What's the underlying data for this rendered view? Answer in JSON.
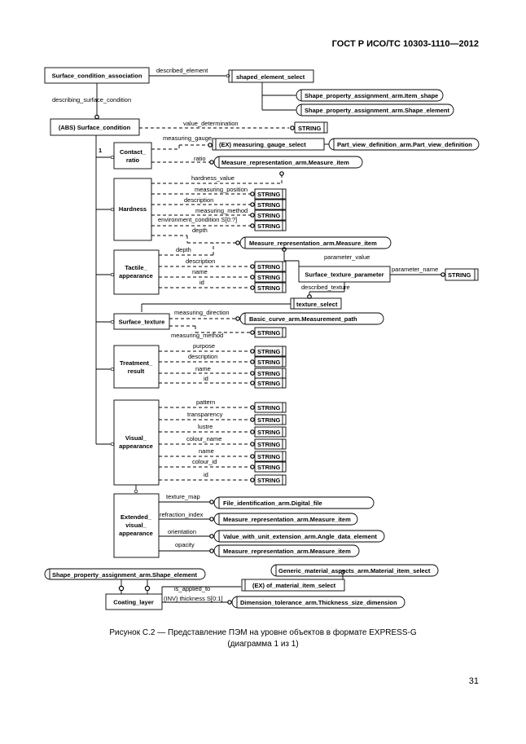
{
  "header": "ГОСТ Р ИСО/ТС 10303-1110—2012",
  "caption_line1": "Рисунок  C.2 — Представление ПЭМ на уровне объектов в формате EXPRESS-G",
  "caption_line2": "(диаграмма 1 из 1)",
  "page_number": "31",
  "entities": {
    "surface_condition_association": "Surface_condition_association",
    "abs_surface_condition": "(ABS) Surface_condition",
    "contact_ratio_1": "Contact_",
    "contact_ratio_2": "ratio",
    "hardness": "Hardness",
    "tactile_1": "Tactile_",
    "tactile_2": "appearance",
    "surface_texture": "Surface_texture",
    "surface_texture_parameter": "Surface_texture_parameter",
    "treatment_1": "Treatment_",
    "treatment_2": "result",
    "visual_1": "Visual_",
    "visual_2": "appearance",
    "extended_1": "Extended_",
    "extended_2": "visual_",
    "extended_3": "appearance",
    "coating_layer": "Coating_layer"
  },
  "types": {
    "shaped_element_select": "shaped_element_select",
    "shape_item": "Shape_property_assignment_arm.Item_shape",
    "shape_element": "Shape_property_assignment_arm.Shape_element",
    "string": "STRING",
    "ex_measuring_gauge_select": "(EX) measuring_gauge_select",
    "part_view_definition": "Part_view_definition_arm.Part_view_definition",
    "measure_item": "Measure_representation_arm.Measure_item",
    "texture_select": "texture_select",
    "basic_curve_path": "Basic_curve_arm.Measurement_path",
    "file_digital": "File_identification_arm.Digital_file",
    "value_with_unit_angle": "Value_with_unit_extension_arm.Angle_data_element",
    "shape_prop_element": "Shape_property_assignment_arm.Shape_element",
    "generic_material_item": "Generic_material_aspects_arm.Material_item_select",
    "ex_of_material_item_select": "(EX) of_material_item_select",
    "thickness_size_dimension": "Dimension_tolerance_arm.Thickness_size_dimension"
  },
  "attributes": {
    "described_element": "described_element",
    "describing_surface_condition": "describing_surface_condition",
    "value_determination": "value_determination",
    "measuring_gauge": "measuring_gauge",
    "ratio": "ratio",
    "one": "1",
    "hardness_value": "hardness_value",
    "measuring_position": "measuring_position",
    "description": "description",
    "measuring_method": "measuring_method",
    "environment_condition": "environment_condition S[0:?]",
    "depth": "depth",
    "name": "name",
    "id": "id",
    "parameter_value": "parameter_value",
    "parameter_name": "parameter_name",
    "described_texture": "described_texture",
    "measuring_direction": "measuring_direction",
    "purpose": "purpose",
    "pattern": "pattern",
    "transparency": "transparency",
    "lustre": "lustre",
    "colour_name": "colour_name",
    "colour_id": "colour_id",
    "texture_map": "texture_map",
    "refraction_index": "refraction_index",
    "orientation": "orientation",
    "opacity": "opacity",
    "is_applied_to": "is_applied_to",
    "inv_thickness": "(INV) thickness S[0:1]"
  }
}
